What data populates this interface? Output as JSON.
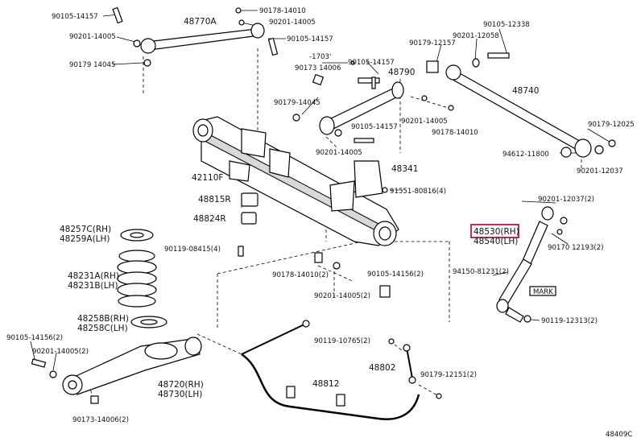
{
  "labels": {
    "p90105_14157_a": "90105-14157",
    "p90201_14005_a": "90201-14005",
    "p90179_14045_a": "90179 14045",
    "p48770A": "48770A",
    "p90178_14010_a": "90178-14010",
    "p90201_14005_b": "90201-14005",
    "p90105_14157_b": "90105-14157",
    "p1703": "-1703'",
    "p90173_14006_a": "90173 14006",
    "p90105_14157_c": "90105-14157",
    "p48790": "48790",
    "p90179_14045_b": "90179-14045",
    "p90105_14157_d": "90105-14157",
    "p90201_14005_c": "90201-14005",
    "p90179_12157": "90179-12157",
    "p90201_12058": "90201-12058",
    "p90105_12338": "90105-12338",
    "p48740": "48740",
    "p90201_14005_d": "90201-14005",
    "p90178_14010_b": "90178-14010",
    "p90179_12025": "90179-12025",
    "p94612_11800": "94612-11800",
    "p90201_12037": "90201-12037",
    "p42110F": "42110F",
    "p48341": "48341",
    "p91551_80816": "91551-80816(4)",
    "p48815R": "48815R",
    "p48824R": "48824R",
    "p90119_08415": "90119-08415(4)",
    "p48257C": "48257C(RH)",
    "p48259A": "48259A(LH)",
    "p48231A": "48231A(RH)",
    "p48231B": "48231B(LH)",
    "p48258B": "48258B(RH)",
    "p48258C": "48258C(LH)",
    "p90105_14156_a": "90105-14156(2)",
    "p90201_14005_e": "90201-14005(2)",
    "p48720": "48720(RH)",
    "p48730": "48730(LH)",
    "p90173_14006_b": "90173-14006(2)",
    "p90178_14010_c": "90178-14010(2)",
    "p90201_14005_f": "90201-14005(2)",
    "p90105_14156_b": "90105-14156(2)",
    "p90201_12037_2": "90201-12037(2)",
    "p48530": "48530(RH)",
    "p48540": "48540(LH)",
    "p90170_12193": "90170 12193(2)",
    "p94150_81231": "94150-81231(2)",
    "pMARK": "MARK",
    "p90119_12313": "90119-12313(2)",
    "p90119_10765": "90119-10765(2)",
    "p48802": "48802",
    "p48812": "48812",
    "p90179_12151": "90179-12151(2)",
    "pCode": "48409C"
  },
  "colors": {
    "highlight": "#b0002a",
    "ink": "#000000",
    "background": "#ffffff"
  }
}
